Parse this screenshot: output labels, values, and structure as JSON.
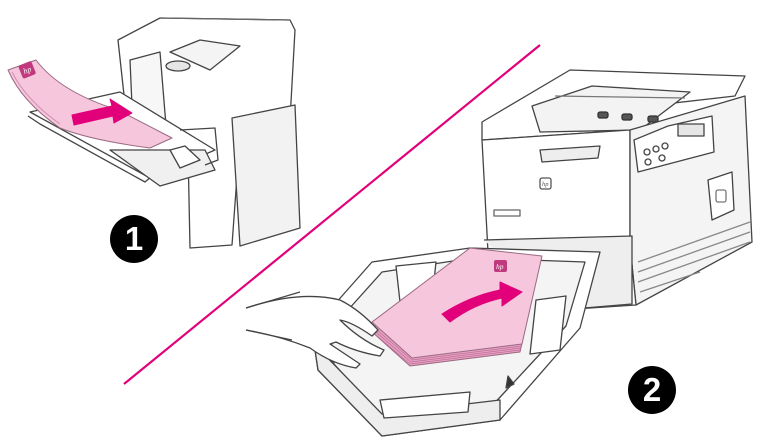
{
  "steps": [
    {
      "number": "1"
    },
    {
      "number": "2"
    }
  ],
  "brand_mark": "hp",
  "colors": {
    "accent": "#e2007a",
    "paper": "#f5c6dc",
    "paper_edge": "#e6a0c2",
    "badge": "#000000",
    "line_art": "#444444",
    "printer_body": "#ffffff",
    "printer_shade": "#e6e6e6"
  },
  "icons": [
    "curved-arrow-icon",
    "straight-arrow-icon",
    "hp-logo-icon"
  ]
}
